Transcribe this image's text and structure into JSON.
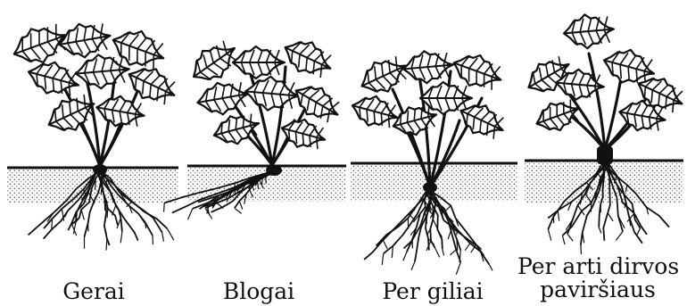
{
  "panels": [
    {
      "caption_lines": [
        "Gerai"
      ]
    },
    {
      "caption_lines": [
        "Blogai"
      ]
    },
    {
      "caption_lines": [
        "Per giliai"
      ]
    },
    {
      "caption_lines": [
        "Per arti dirvos",
        "paviršiaus"
      ]
    }
  ],
  "colors": {
    "ink": "#111111",
    "paper": "#ffffff"
  }
}
